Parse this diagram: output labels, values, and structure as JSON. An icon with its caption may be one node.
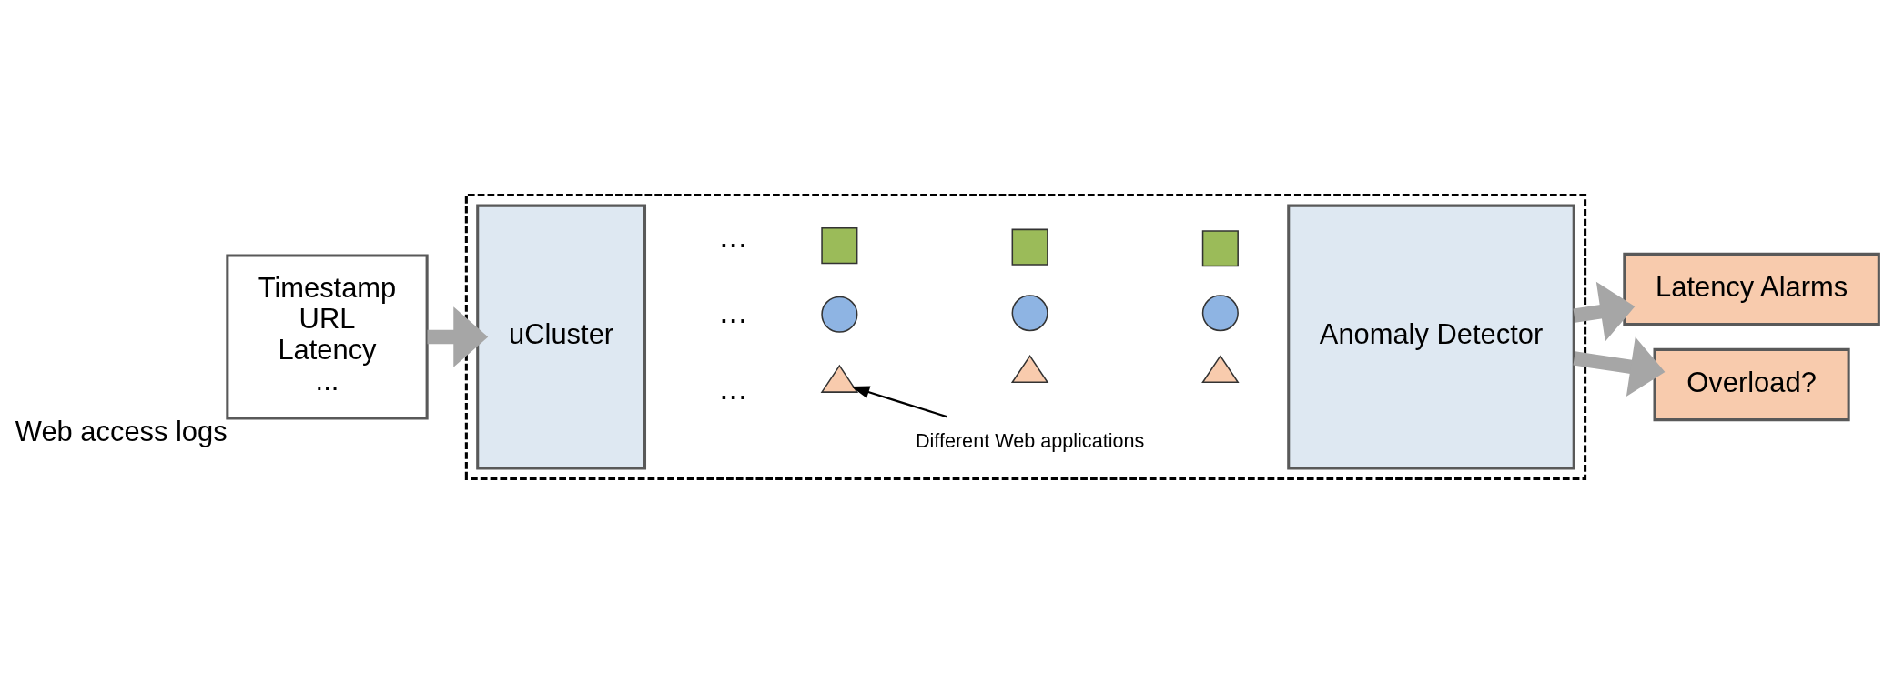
{
  "diagram": {
    "nodes": [
      {
        "text": [
          "Timestamp",
          "URL",
          "Latency",
          "..."
        ],
        "beside": [
          "Web access logs"
        ]
      },
      {
        "text": [],
        "shape": "box"
      },
      {
        "text": [
          "uCluster"
        ],
        "in": 1
      },
      {
        "text": [
          "Different Web applications"
        ],
        "in": 1
      },
      {
        "text": [],
        "shape": "triangle",
        "in": 1
      },
      {
        "text": [],
        "shape": "triangle",
        "in": 1
      },
      {
        "text": [],
        "shape": "triangle",
        "in": 1
      },
      {
        "text": [],
        "shape": "circle",
        "in": 1
      },
      {
        "text": [],
        "shape": "circle",
        "in": 1
      },
      {
        "text": [],
        "shape": "circle",
        "in": 1
      },
      {
        "text": [],
        "shape": "box",
        "in": 1
      },
      {
        "text": [],
        "shape": "box",
        "in": 1
      },
      {
        "text": [],
        "shape": "box",
        "in": 1
      },
      {
        "text": [
          "Anomaly Detector"
        ],
        "in": 1
      },
      {
        "text": [
          "Latency Alarms"
        ]
      },
      {
        "text": [
          "Overload?"
        ]
      }
    ],
    "edges": [
      {
        "from": 0,
        "to": 2,
        "arrow": "to"
      },
      {
        "from": 3,
        "to": 4,
        "arrow": "to",
        "color": "#000000"
      },
      {
        "from": 13,
        "to": 14,
        "arrow": "to"
      },
      {
        "from": 13,
        "to": 15,
        "arrow": "to"
      }
    ],
    "labels": [
      "...",
      "...",
      "..."
    ]
  }
}
